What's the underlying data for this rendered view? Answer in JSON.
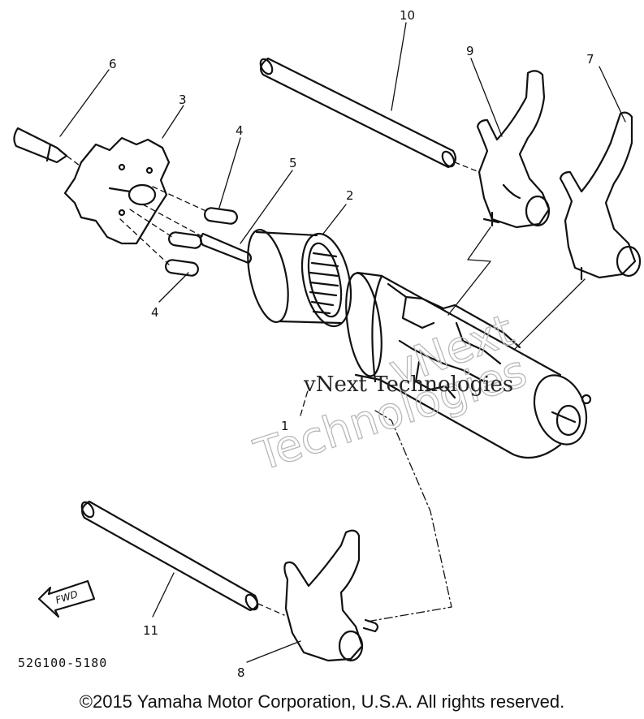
{
  "callouts": {
    "c1": "1",
    "c2": "2",
    "c3": "3",
    "c4a": "4",
    "c4b": "4",
    "c5": "5",
    "c6": "6",
    "c7": "7",
    "c8": "8",
    "c9": "9",
    "c10": "10",
    "c11": "11"
  },
  "watermark": {
    "line1": "vNext Technologies",
    "big1": "vNext",
    "big2": "Technologies"
  },
  "part_number": "52G100-5180",
  "fwd_label": "FWD",
  "copyright": "©2015 Yamaha Motor Corporation, U.S.A. All rights reserved."
}
